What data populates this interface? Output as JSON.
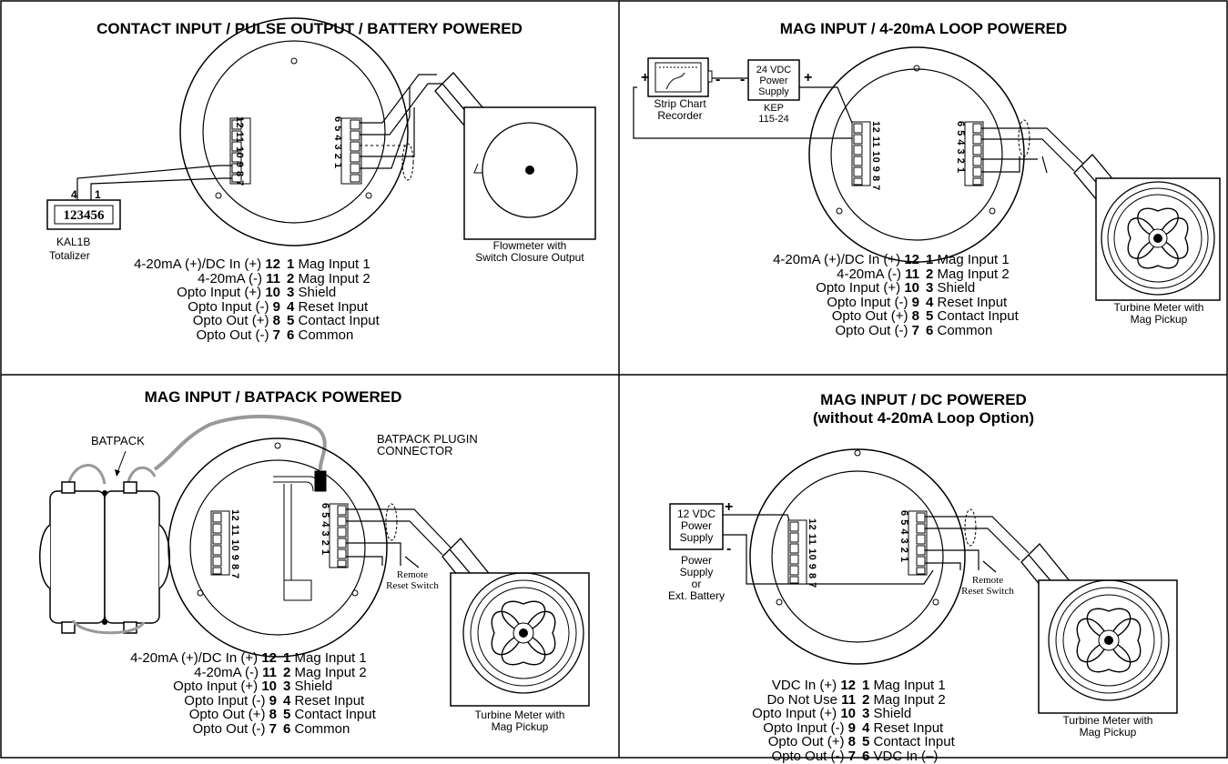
{
  "panels": {
    "contact": {
      "title": "CONTACT INPUT / PULSE OUTPUT / BATTERY POWERED",
      "totalizer_display": "123456",
      "totalizer_term_left": "4",
      "totalizer_term_right": "1",
      "totalizer_name": "KAL1B",
      "totalizer_caption": "Totalizer",
      "flowmeter_caption_1": "Flowmeter with",
      "flowmeter_caption_2": "Switch Closure Output",
      "left_block_numbers": "12 11 10 9 8 7",
      "right_block_numbers": "6 5 4 3 2 1",
      "legend": [
        {
          "left": "4-20mA (+)/DC In (+)",
          "lnum": "12",
          "rnum": "1",
          "right": "Mag Input 1"
        },
        {
          "left": "4-20mA (-)",
          "lnum": "11",
          "rnum": "2",
          "right": "Mag Input 2"
        },
        {
          "left": "Opto Input (+)",
          "lnum": "10",
          "rnum": "3",
          "right": "Shield"
        },
        {
          "left": "Opto Input (-)",
          "lnum": "9",
          "rnum": "4",
          "right": "Reset Input"
        },
        {
          "left": "Opto Out (+)",
          "lnum": "8",
          "rnum": "5",
          "right": "Contact Input"
        },
        {
          "left": "Opto Out (-)",
          "lnum": "7",
          "rnum": "6",
          "right": "Common"
        }
      ]
    },
    "loop": {
      "title": "MAG INPUT / 4-20mA LOOP POWERED",
      "plus_left": "+",
      "minus_left": "-",
      "minus_mid": "-",
      "plus_right": "+",
      "recorder_1": "Strip Chart",
      "recorder_2": "Recorder",
      "supply_1": "24 VDC",
      "supply_2": "Power",
      "supply_3": "Supply",
      "kep_1": "KEP",
      "kep_2": "115-24",
      "turbine_1": "Turbine Meter  with",
      "turbine_2": "Mag Pickup",
      "left_block_numbers": "12 11 10 9 8 7",
      "right_block_numbers": "6 5 4 3 2 1",
      "legend": [
        {
          "left": "4-20mA (+)/DC In (+)",
          "lnum": "12",
          "rnum": "1",
          "right": "Mag Input 1"
        },
        {
          "left": "4-20mA (-)",
          "lnum": "11",
          "rnum": "2",
          "right": "Mag Input 2"
        },
        {
          "left": "Opto Input (+)",
          "lnum": "10",
          "rnum": "3",
          "right": "Shield"
        },
        {
          "left": "Opto Input (-)",
          "lnum": "9",
          "rnum": "4",
          "right": "Reset Input"
        },
        {
          "left": "Opto Out (+)",
          "lnum": "8",
          "rnum": "5",
          "right": "Contact Input"
        },
        {
          "left": "Opto Out (-)",
          "lnum": "7",
          "rnum": "6",
          "right": "Common"
        }
      ]
    },
    "batpack": {
      "title": "MAG INPUT / BATPACK POWERED",
      "batpack_label": "BATPACK",
      "plugin_1": "BATPACK PLUGIN",
      "plugin_2": "CONNECTOR",
      "remote_1": "Remote",
      "remote_2": "Reset Switch",
      "turbine_1": "Turbine Meter  with",
      "turbine_2": "Mag Pickup",
      "left_block_numbers": "12 11 10 9 8 7",
      "right_block_numbers": "6 5 4 3 2 1",
      "legend": [
        {
          "left": "4-20mA (+)/DC In (+)",
          "lnum": "12",
          "rnum": "1",
          "right": "Mag Input 1"
        },
        {
          "left": "4-20mA (-)",
          "lnum": "11",
          "rnum": "2",
          "right": "Mag Input 2"
        },
        {
          "left": "Opto Input (+)",
          "lnum": "10",
          "rnum": "3",
          "right": "Shield"
        },
        {
          "left": "Opto Input (-)",
          "lnum": "9",
          "rnum": "4",
          "right": "Reset Input"
        },
        {
          "left": "Opto Out (+)",
          "lnum": "8",
          "rnum": "5",
          "right": "Contact Input"
        },
        {
          "left": "Opto Out (-)",
          "lnum": "7",
          "rnum": "6",
          "right": "Common"
        }
      ]
    },
    "dc": {
      "title_1": "MAG INPUT / DC POWERED",
      "title_2": "(without 4-20mA Loop Option)",
      "plus": "+",
      "minus": "-",
      "supply_1": "12 VDC",
      "supply_2": "Power",
      "supply_3": "Supply",
      "below_1": "Power",
      "below_2": "Supply",
      "below_3": "or",
      "below_4": "Ext. Battery",
      "remote_1": "Remote",
      "remote_2": "Reset Switch",
      "turbine_1": "Turbine Meter  with",
      "turbine_2": "Mag Pickup",
      "left_block_numbers": "12 11 10 9 8 7",
      "right_block_numbers": "6 5 4 3 2 1",
      "legend": [
        {
          "left": "VDC In (+)",
          "lnum": "12",
          "rnum": "1",
          "right": "Mag Input 1"
        },
        {
          "left": "Do Not Use",
          "lnum": "11",
          "rnum": "2",
          "right": "Mag Input 2"
        },
        {
          "left": "Opto Input (+)",
          "lnum": "10",
          "rnum": "3",
          "right": "Shield"
        },
        {
          "left": "Opto Input (-)",
          "lnum": "9",
          "rnum": "4",
          "right": "Reset Input"
        },
        {
          "left": "Opto Out (+)",
          "lnum": "8",
          "rnum": "5",
          "right": "Contact Input"
        },
        {
          "left": "Opto Out (-)",
          "lnum": "7",
          "rnum": "6",
          "right": "VDC In (–)"
        }
      ]
    }
  }
}
